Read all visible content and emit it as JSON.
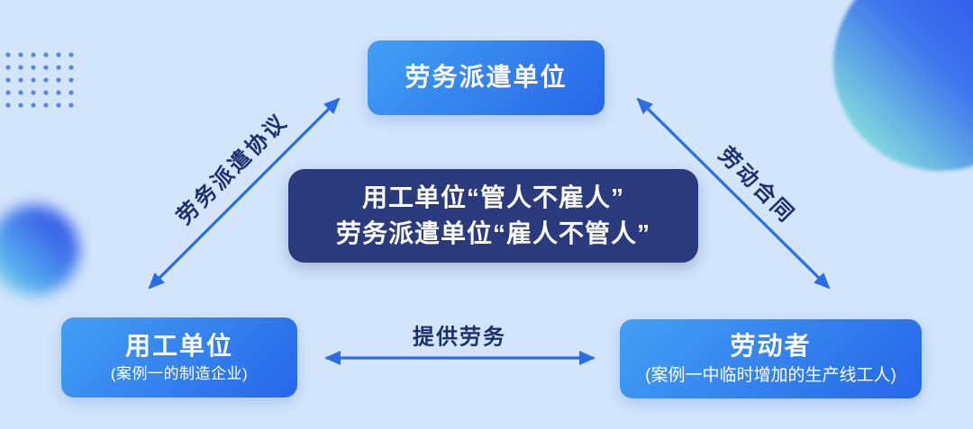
{
  "colors": {
    "background": "#d3e5fc",
    "node_gradient_start": "#42a0f4",
    "node_gradient_end": "#2766e9",
    "center_note_bg": "#2b3a7d",
    "arrow": "#2b6ce8",
    "edge_label_text": "#1c3070",
    "node_text": "#ffffff",
    "dot_pattern": "#5585ea",
    "decor_circle_blue": "#2b50e6",
    "decor_circle_teal": "#8ceadb"
  },
  "nodes": {
    "dispatch_unit": {
      "title": "劳务派遣单位"
    },
    "employing_unit": {
      "title": "用工单位",
      "subtitle": "(案例一的制造企业)"
    },
    "worker": {
      "title": "劳动者",
      "subtitle": "(案例一中临时增加的生产线工人)"
    }
  },
  "center_note": {
    "line1": "用工单位“管人不雇人”",
    "line2": "劳务派遣单位“雇人不管人”"
  },
  "edges": {
    "dispatch_agreement": {
      "label": "劳务派遣协议"
    },
    "labor_contract": {
      "label": "劳动合同"
    },
    "provide_labor": {
      "label": "提供劳务"
    }
  }
}
